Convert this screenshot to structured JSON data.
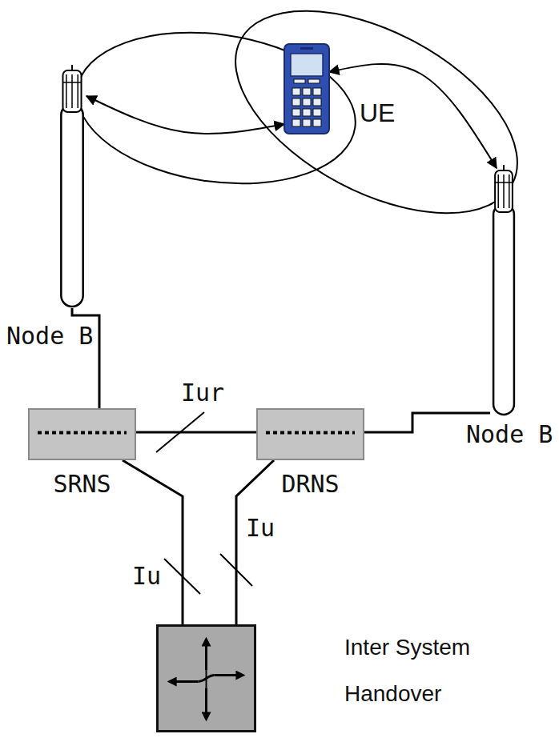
{
  "diagram": {
    "nodes": [
      {
        "text": [
          "Node B"
        ]
      },
      {
        "text": [
          "UE"
        ]
      },
      {
        "text": [
          "Node B"
        ]
      },
      {
        "text": [
          "SRNS"
        ]
      },
      {
        "text": [
          "DRNS"
        ]
      },
      {
        "text": [
          "Inter System Handover"
        ]
      }
    ],
    "edges": [
      {
        "from": 0,
        "to": 1,
        "arrow": "both"
      },
      {
        "from": 1,
        "to": 2,
        "arrow": "both"
      },
      {
        "from": 0,
        "to": 3,
        "arrow": "none"
      },
      {
        "from": 2,
        "to": 4,
        "arrow": "none"
      },
      {
        "from": 3,
        "to": 4,
        "label": "Iur",
        "arrow": "none"
      },
      {
        "from": 3,
        "to": 5,
        "label": "Iu",
        "arrow": "none"
      },
      {
        "from": 4,
        "to": 5,
        "label": "Iu",
        "arrow": "none"
      }
    ]
  }
}
